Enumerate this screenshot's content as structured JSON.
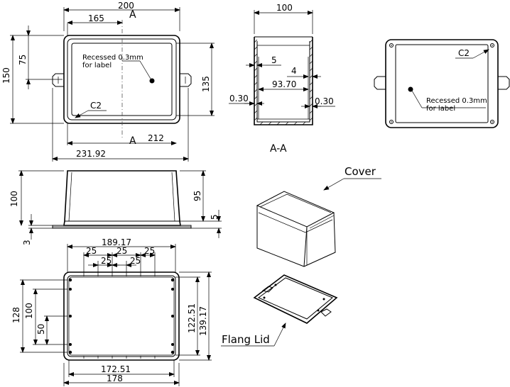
{
  "top_view": {
    "width_200": "200",
    "width_165": "165",
    "section_mark_top": "A",
    "section_mark_bottom": "A",
    "height_75": "75",
    "height_150": "150",
    "height_135": "135",
    "width_212": "212",
    "width_231": "231.92",
    "chamfer_label": "C2",
    "recess_note_line1": "Recessed 0.3mm",
    "recess_note_line2": "for label"
  },
  "section_view": {
    "width_100": "100",
    "dim_5": "5",
    "dim_4": "4",
    "dim_93": "93.70",
    "dim_030_left": "0.30",
    "dim_030_right": "0.30",
    "section_title": "A-A"
  },
  "right_view": {
    "chamfer_label": "C2",
    "recess_note_line1": "Recessed 0.3mm",
    "recess_note_line2": "for label"
  },
  "side_view": {
    "height_100": "100",
    "height_95": "95",
    "height_5": "5",
    "height_3": "3"
  },
  "bottom_view": {
    "width_189": "189.17",
    "spacing_25_a": "25",
    "spacing_25_b": "25",
    "spacing_25_c": "25",
    "spacing_25_d": "25",
    "spacing_25_e": "25",
    "height_128": "128",
    "height_100": "100",
    "height_50": "50",
    "height_122": "122.51",
    "height_139": "139.17",
    "width_172": "172.51",
    "width_178": "178"
  },
  "iso_labels": {
    "cover": "Cover",
    "flang_lid": "Flang Lid"
  }
}
